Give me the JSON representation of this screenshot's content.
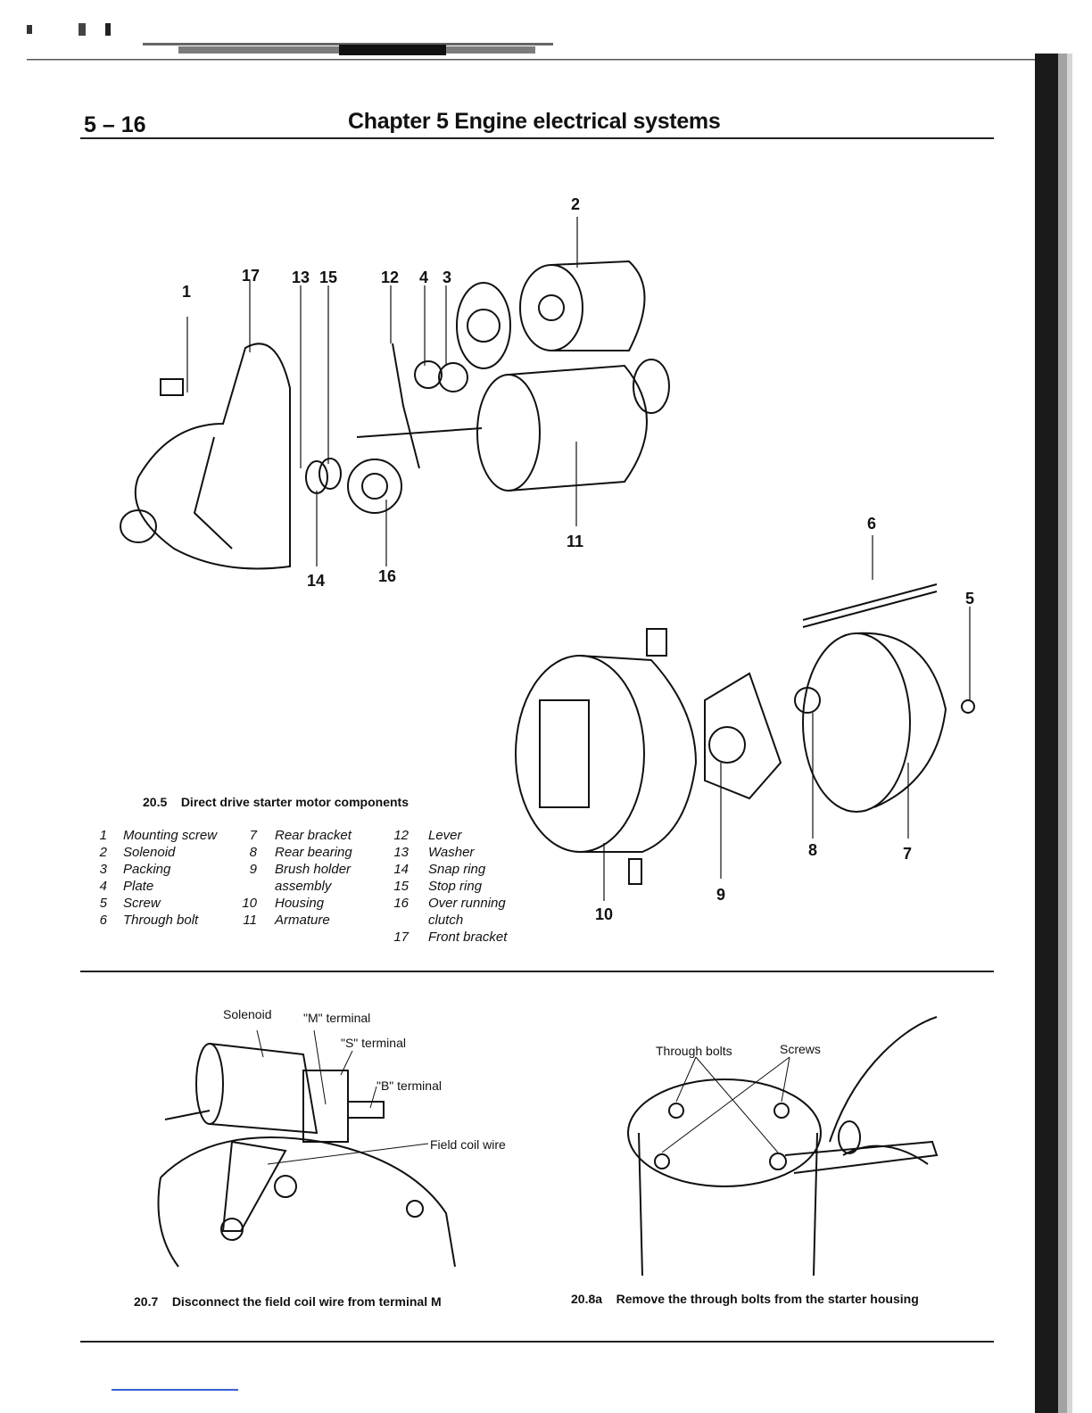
{
  "header": {
    "page_number": "5 – 16",
    "chapter_title": "Chapter 5   Engine electrical systems"
  },
  "figure_main": {
    "caption_number": "20.5",
    "caption_text": "Direct drive starter motor components",
    "callouts": [
      "2",
      "1",
      "17",
      "13",
      "15",
      "12",
      "4",
      "3",
      "11",
      "14",
      "16",
      "6",
      "5",
      "8",
      "7",
      "9",
      "10"
    ],
    "legend": [
      {
        "num": "1",
        "label": "Mounting screw"
      },
      {
        "num": "2",
        "label": "Solenoid"
      },
      {
        "num": "3",
        "label": "Packing"
      },
      {
        "num": "4",
        "label": "Plate"
      },
      {
        "num": "5",
        "label": "Screw"
      },
      {
        "num": "6",
        "label": "Through bolt"
      },
      {
        "num": "7",
        "label": "Rear bracket"
      },
      {
        "num": "8",
        "label": "Rear bearing"
      },
      {
        "num": "9",
        "label": "Brush holder"
      },
      {
        "num": "",
        "label": "assembly"
      },
      {
        "num": "10",
        "label": "Housing"
      },
      {
        "num": "11",
        "label": "Armature"
      },
      {
        "num": "12",
        "label": "Lever"
      },
      {
        "num": "13",
        "label": "Washer"
      },
      {
        "num": "14",
        "label": "Snap ring"
      },
      {
        "num": "15",
        "label": "Stop ring"
      },
      {
        "num": "16",
        "label": "Over running"
      },
      {
        "num": "",
        "label": "clutch"
      },
      {
        "num": "17",
        "label": "Front bracket"
      }
    ]
  },
  "figure_b": {
    "caption_number": "20.7",
    "caption_text": "Disconnect the field coil wire from terminal M",
    "labels": [
      "Solenoid",
      "\"M\" terminal",
      "\"S\" terminal",
      "\"B\" terminal",
      "Field coil wire"
    ]
  },
  "figure_c": {
    "caption_number": "20.8a",
    "caption_text": "Remove the through bolts from the starter housing",
    "labels": [
      "Through bolts",
      "Screws"
    ]
  }
}
